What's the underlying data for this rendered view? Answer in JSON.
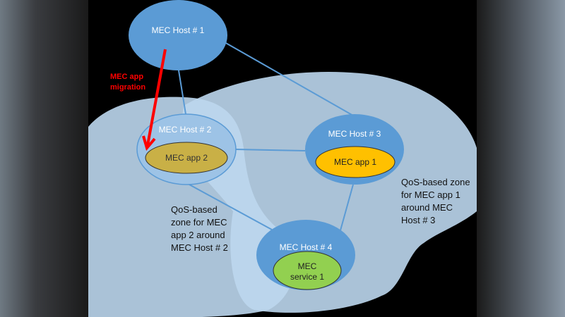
{
  "colors": {
    "host": "#5b9bd5",
    "zone": "#bdd7ee",
    "app1": "#ffc000",
    "app2": "#c9b046",
    "service": "#92d050",
    "migration": "#ff0000"
  },
  "hosts": [
    {
      "label": "MEC Host # 1"
    },
    {
      "label": "MEC Host # 2",
      "app": "MEC app 2"
    },
    {
      "label": "MEC Host # 3",
      "app": "MEC app 1"
    },
    {
      "label": "MEC Host # 4",
      "app_line1": "MEC",
      "app_line2": "service 1"
    }
  ],
  "migration": {
    "line1": "MEC app",
    "line2": "migration"
  },
  "zone2": {
    "lines": [
      "QoS-based",
      "zone for MEC",
      "app 2 around",
      "MEC Host # 2"
    ]
  },
  "zone1": {
    "lines": [
      "QoS-based zone",
      "for MEC app 1",
      "around MEC",
      "Host # 3"
    ]
  }
}
